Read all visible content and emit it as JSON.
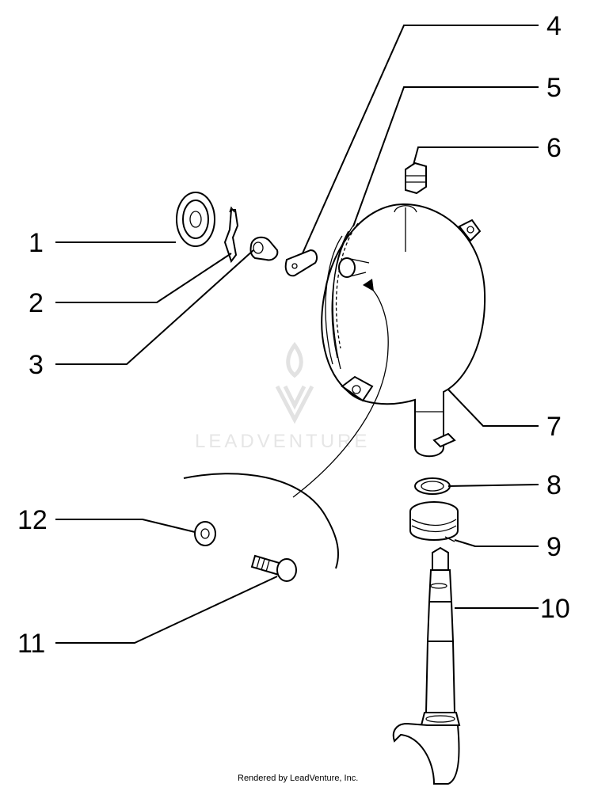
{
  "watermark": {
    "text": "LEADVENTURE"
  },
  "footer": {
    "text": "Rendered by LeadVenture, Inc."
  },
  "callouts": [
    {
      "id": "1",
      "label": "1"
    },
    {
      "id": "2",
      "label": "2"
    },
    {
      "id": "3",
      "label": "3"
    },
    {
      "id": "4",
      "label": "4"
    },
    {
      "id": "5",
      "label": "5"
    },
    {
      "id": "6",
      "label": "6"
    },
    {
      "id": "7",
      "label": "7"
    },
    {
      "id": "8",
      "label": "8"
    },
    {
      "id": "9",
      "label": "9"
    },
    {
      "id": "10",
      "label": "10"
    },
    {
      "id": "11",
      "label": "11"
    },
    {
      "id": "12",
      "label": "12"
    }
  ]
}
